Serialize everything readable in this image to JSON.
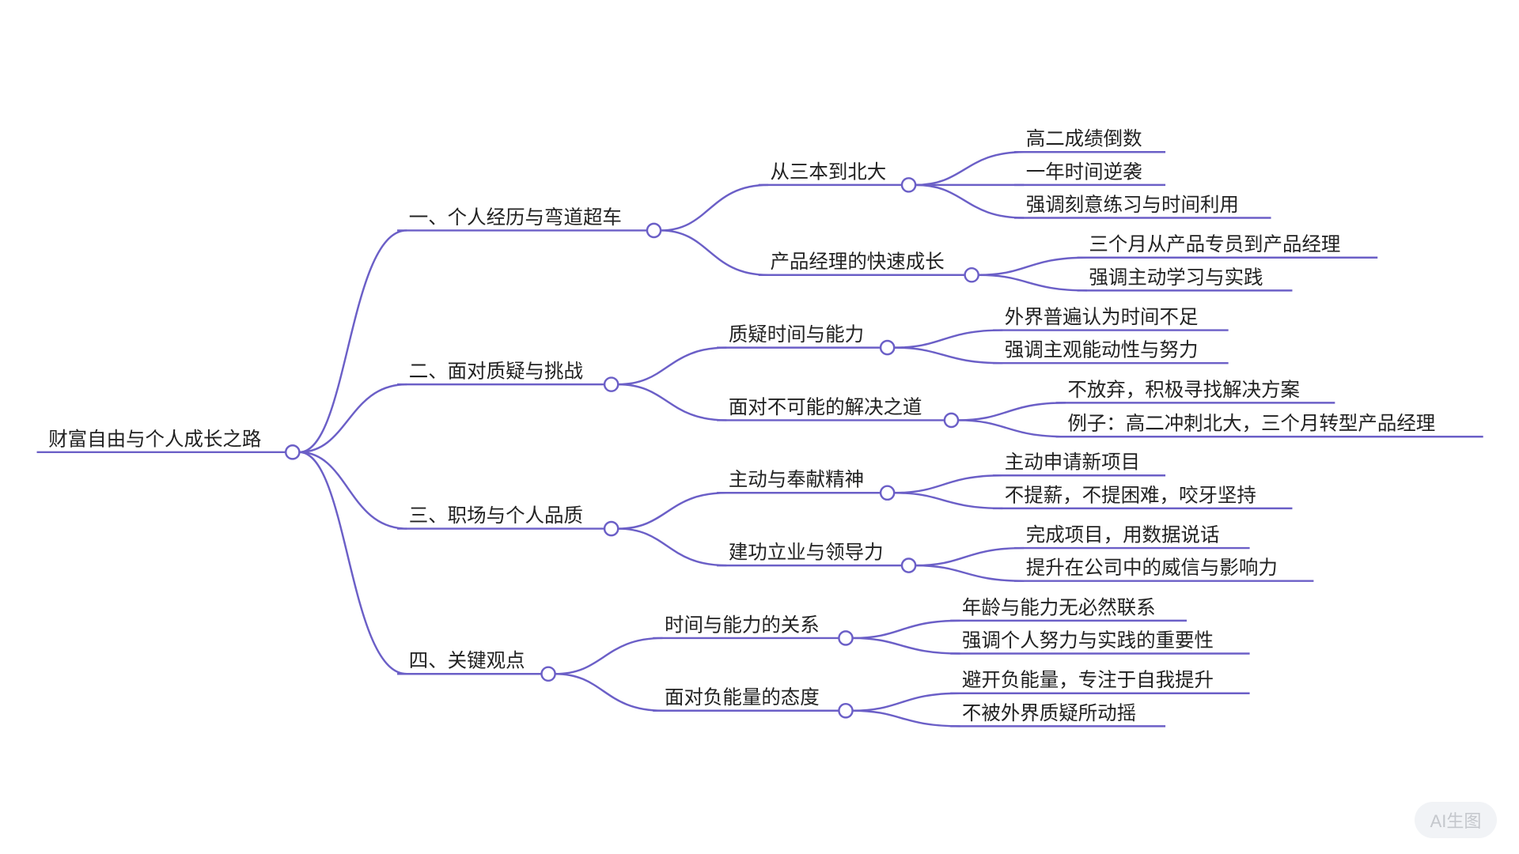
{
  "line_color": "#6b5fc7",
  "root": {
    "label": "财富自由与个人成长之路",
    "children": [
      {
        "label": "一、个人经历与弯道超车",
        "children": [
          {
            "label": "从三本到北大",
            "children": [
              {
                "label": "高二成绩倒数"
              },
              {
                "label": "一年时间逆袭"
              },
              {
                "label": "强调刻意练习与时间利用"
              }
            ]
          },
          {
            "label": "产品经理的快速成长",
            "children": [
              {
                "label": "三个月从产品专员到产品经理"
              },
              {
                "label": "强调主动学习与实践"
              }
            ]
          }
        ]
      },
      {
        "label": "二、面对质疑与挑战",
        "children": [
          {
            "label": "质疑时间与能力",
            "children": [
              {
                "label": "外界普遍认为时间不足"
              },
              {
                "label": "强调主观能动性与努力"
              }
            ]
          },
          {
            "label": "面对不可能的解决之道",
            "children": [
              {
                "label": "不放弃，积极寻找解决方案"
              },
              {
                "label": "例子：高二冲刺北大，三个月转型产品经理"
              }
            ]
          }
        ]
      },
      {
        "label": "三、职场与个人品质",
        "children": [
          {
            "label": "主动与奉献精神",
            "children": [
              {
                "label": "主动申请新项目"
              },
              {
                "label": "不提薪，不提困难，咬牙坚持"
              }
            ]
          },
          {
            "label": "建功立业与领导力",
            "children": [
              {
                "label": "完成项目，用数据说话"
              },
              {
                "label": "提升在公司中的威信与影响力"
              }
            ]
          }
        ]
      },
      {
        "label": "四、关键观点",
        "children": [
          {
            "label": "时间与能力的关系",
            "children": [
              {
                "label": "年龄与能力无必然联系"
              },
              {
                "label": "强调个人努力与实践的重要性"
              }
            ]
          },
          {
            "label": "面对负能量的态度",
            "children": [
              {
                "label": "避开负能量，专注于自我提升"
              },
              {
                "label": "不被外界质疑所动摇"
              }
            ]
          }
        ]
      }
    ]
  },
  "badge": {
    "label": "AI生图"
  }
}
